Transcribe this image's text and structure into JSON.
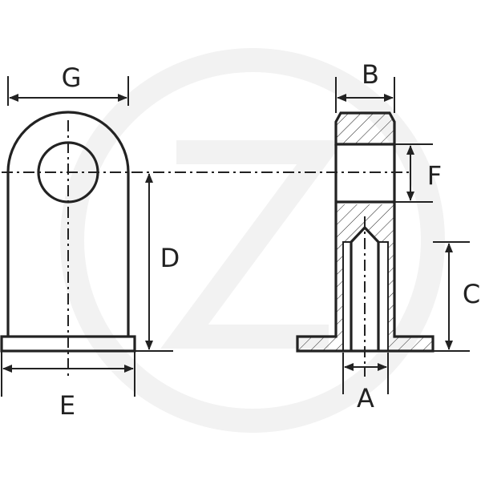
{
  "labels": {
    "a": "A",
    "b": "B",
    "c": "C",
    "d": "D",
    "e": "E",
    "f": "F",
    "g": "G"
  },
  "colors": {
    "line": "#222222",
    "watermark": "#f2f2f2"
  }
}
